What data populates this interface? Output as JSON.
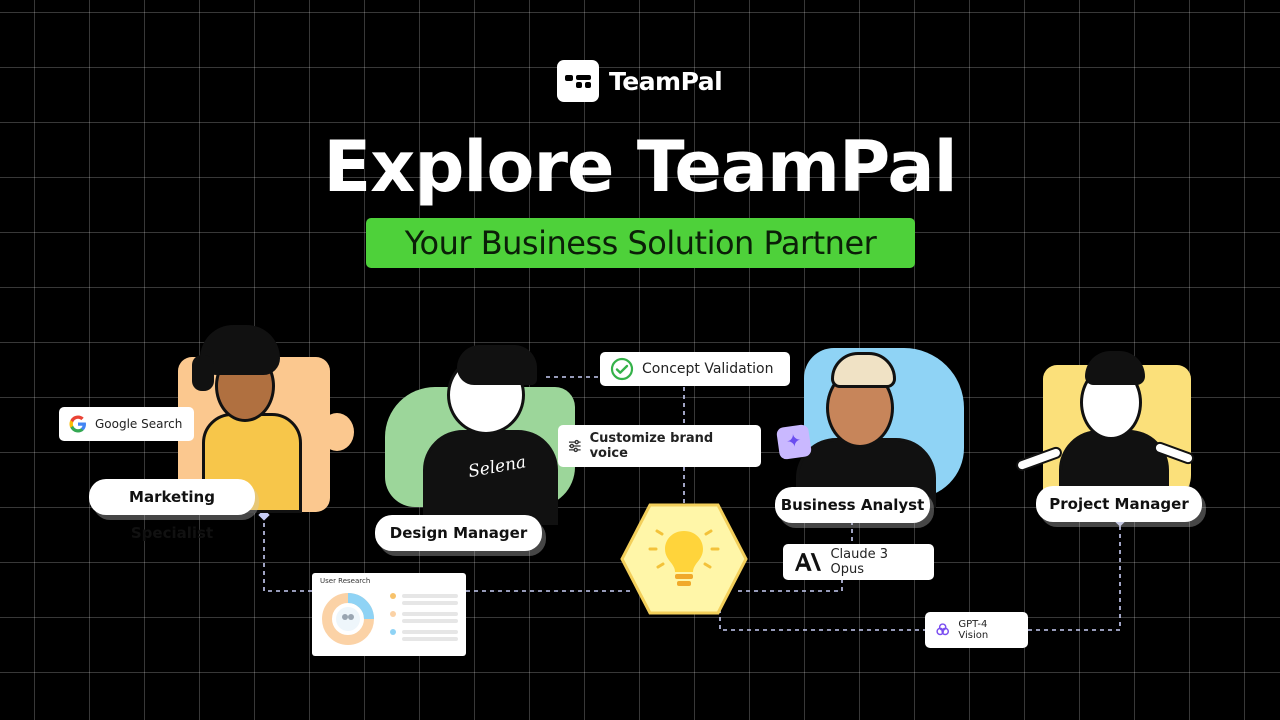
{
  "brand": {
    "name": "TeamPal",
    "logo_icon": "teampal-logo-icon"
  },
  "headline": "Explore TeamPal",
  "tagline": "Your Business Solution Partner",
  "colors": {
    "accent_green": "#4ed13a",
    "background": "#000000",
    "bulb_yellow": "#fff6a8",
    "connector": "#c8cdf5"
  },
  "roles": {
    "marketing": "Marketing Specialist",
    "design": "Design Manager",
    "analyst": "Business Analyst",
    "project": "Project Manager"
  },
  "tools": {
    "google_search": "Google Search",
    "concept_validation": "Concept Validation",
    "brand_voice": "Customize brand voice",
    "claude": "Claude 3 Opus",
    "gpt4": "GPT-4 Vision",
    "user_research": "User Research"
  },
  "shirt_text": "Selena",
  "icons": [
    "google-g-icon",
    "check-circle-icon",
    "sliders-icon",
    "anthropic-icon",
    "openai-icon",
    "lightbulb-icon",
    "sparkle-icon"
  ]
}
